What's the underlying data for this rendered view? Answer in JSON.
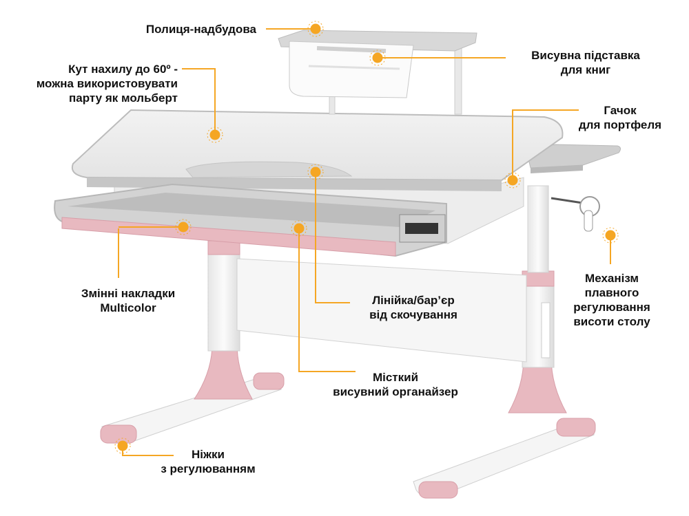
{
  "accent_color": "#f5a623",
  "desk_colors": {
    "white": "#f4f4f4",
    "grey": "#c9c9c9",
    "pink": "#e8b9c0",
    "metal": "#d9d9d9"
  },
  "callouts": [
    {
      "id": "shelf",
      "lines": [
        "Полиця-надбудова"
      ]
    },
    {
      "id": "tilt",
      "lines": [
        "Кут нахилу до 60º -",
        "можна використовувати",
        "парту як мольберт"
      ]
    },
    {
      "id": "book-stand",
      "lines": [
        "Висувна підставка",
        "для книг"
      ]
    },
    {
      "id": "hook",
      "lines": [
        "Гачок",
        "для портфеля"
      ]
    },
    {
      "id": "overlays",
      "lines": [
        "Змінні накладки",
        "Multicolor"
      ]
    },
    {
      "id": "ruler",
      "lines": [
        "Лінійка/бар’єр",
        "від скочування"
      ]
    },
    {
      "id": "mechanism",
      "lines": [
        "Механізм",
        "плавного",
        "регулювання",
        "висоти столу"
      ]
    },
    {
      "id": "organizer",
      "lines": [
        "Місткий",
        "висувний органайзер"
      ]
    },
    {
      "id": "legs",
      "lines": [
        "Ніжки",
        "з регулюванням"
      ]
    }
  ]
}
